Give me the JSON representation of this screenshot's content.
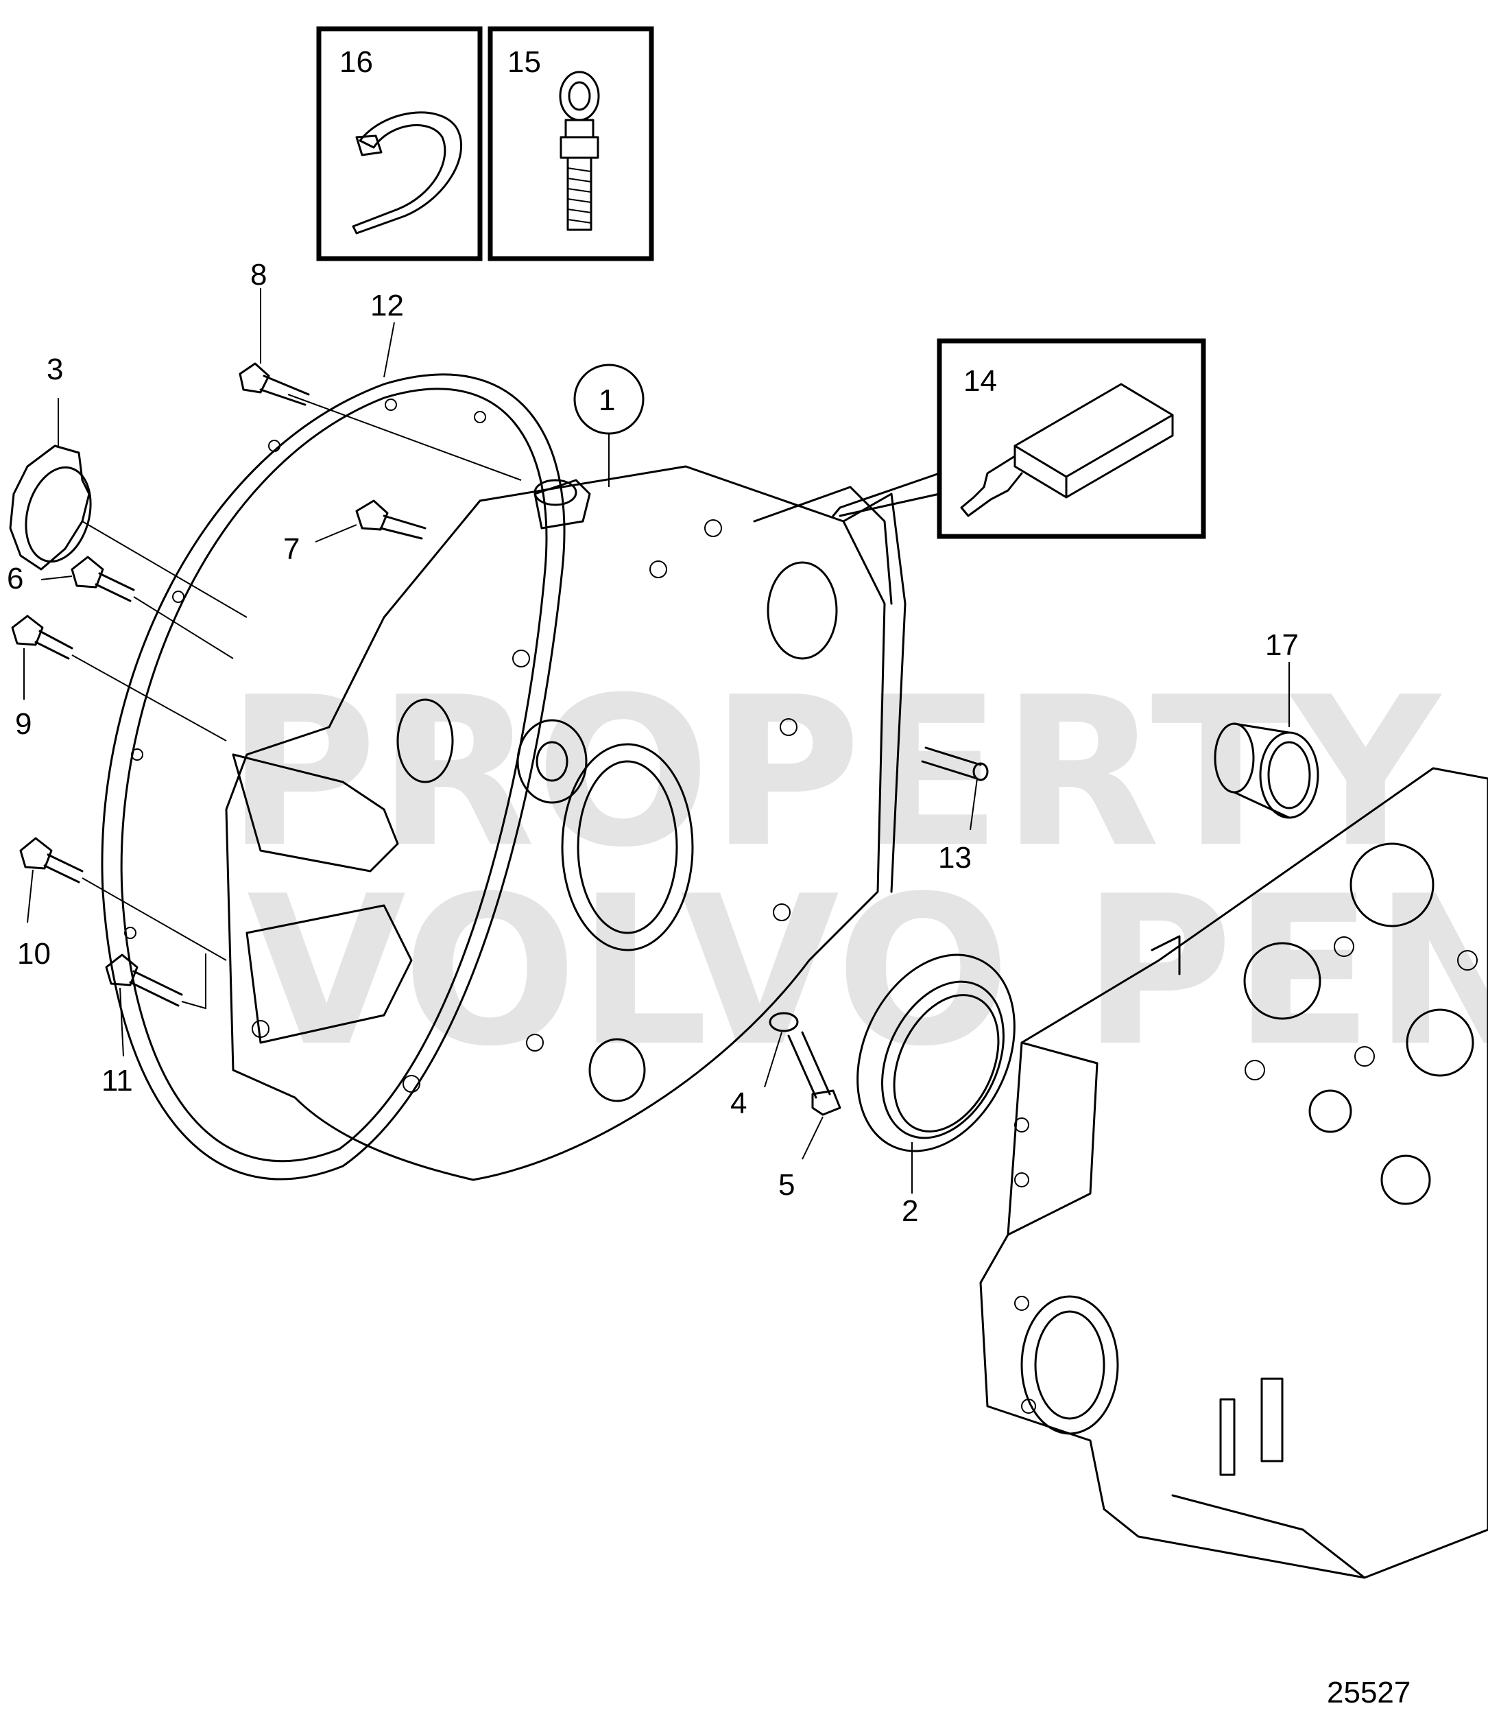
{
  "callouts": {
    "c1": "1",
    "c2": "2",
    "c3": "3",
    "c4": "4",
    "c5": "5",
    "c6": "6",
    "c7": "7",
    "c8": "8",
    "c9": "9",
    "c10": "10",
    "c11": "11",
    "c12": "12",
    "c13": "13",
    "c14": "14",
    "c15": "15",
    "c16": "16",
    "c17": "17"
  },
  "watermark": {
    "line1": "PROPERTY OF",
    "line2": "VOLVO PENTA"
  },
  "drawing_number": "25527"
}
